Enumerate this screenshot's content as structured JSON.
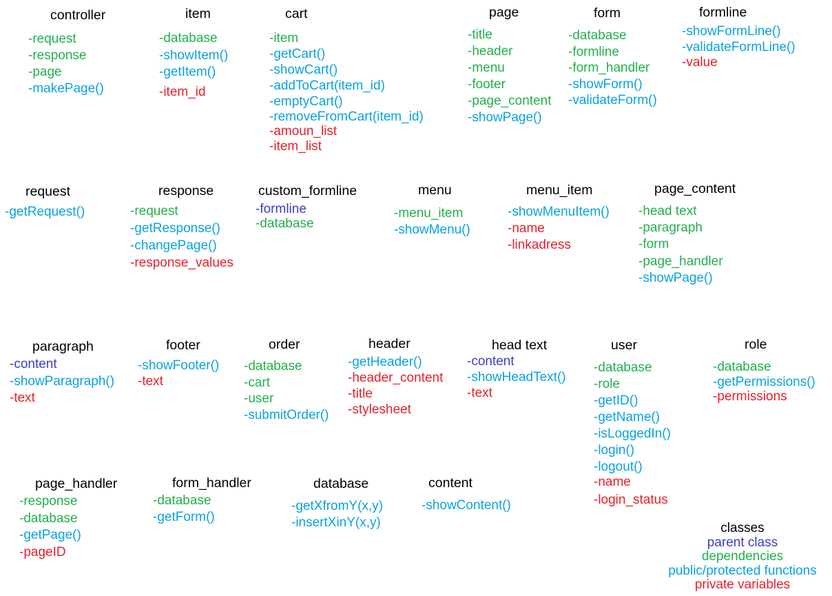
{
  "colors": {
    "parent": "#3c3cc8",
    "dependency": "#22b04c",
    "function": "#0aa2e0",
    "private": "#e8202a",
    "title": "#000000"
  },
  "classes": [
    {
      "id": "controller",
      "name": "controller",
      "members": [
        {
          "text": "-request",
          "kind": "dependency"
        },
        {
          "text": "-response",
          "kind": "dependency"
        },
        {
          "text": "-page",
          "kind": "dependency"
        },
        {
          "text": "-makePage()",
          "kind": "function"
        }
      ]
    },
    {
      "id": "item",
      "name": "item",
      "members": [
        {
          "text": "-database",
          "kind": "dependency"
        },
        {
          "text": "-showItem()",
          "kind": "function"
        },
        {
          "text": "-getItem()",
          "kind": "function"
        },
        {
          "text": "-item_id",
          "kind": "private"
        }
      ]
    },
    {
      "id": "cart",
      "name": "cart",
      "members": [
        {
          "text": "-item",
          "kind": "dependency"
        },
        {
          "text": "-getCart()",
          "kind": "function"
        },
        {
          "text": "-showCart()",
          "kind": "function"
        },
        {
          "text": "-addToCart(item_id)",
          "kind": "function"
        },
        {
          "text": "-emptyCart()",
          "kind": "function"
        },
        {
          "text": "-removeFromCart(item_id)",
          "kind": "function"
        },
        {
          "text": "-amoun_list",
          "kind": "private"
        },
        {
          "text": "-item_list",
          "kind": "private"
        }
      ]
    },
    {
      "id": "page",
      "name": "page",
      "members": [
        {
          "text": "-title",
          "kind": "dependency"
        },
        {
          "text": "-header",
          "kind": "dependency"
        },
        {
          "text": "-menu",
          "kind": "dependency"
        },
        {
          "text": "-footer",
          "kind": "dependency"
        },
        {
          "text": "-page_content",
          "kind": "dependency"
        },
        {
          "text": "-showPage()",
          "kind": "function"
        }
      ]
    },
    {
      "id": "form",
      "name": "form",
      "members": [
        {
          "text": "-database",
          "kind": "dependency"
        },
        {
          "text": "-formline",
          "kind": "dependency"
        },
        {
          "text": "-form_handler",
          "kind": "dependency"
        },
        {
          "text": "-showForm()",
          "kind": "function"
        },
        {
          "text": "-validateForm()",
          "kind": "function"
        }
      ]
    },
    {
      "id": "formline",
      "name": "formline",
      "members": [
        {
          "text": "-showFormLine()",
          "kind": "function"
        },
        {
          "text": "-validateFormLine()",
          "kind": "function"
        },
        {
          "text": "-value",
          "kind": "private"
        }
      ]
    },
    {
      "id": "request",
      "name": "request",
      "members": [
        {
          "text": "-getRequest()",
          "kind": "function"
        }
      ]
    },
    {
      "id": "response",
      "name": "response",
      "members": [
        {
          "text": "-request",
          "kind": "dependency"
        },
        {
          "text": "-getResponse()",
          "kind": "function"
        },
        {
          "text": "-changePage()",
          "kind": "function"
        },
        {
          "text": "-response_values",
          "kind": "private"
        }
      ]
    },
    {
      "id": "custom_formline",
      "name": "custom_formline",
      "members": [
        {
          "text": "-formline",
          "kind": "parent"
        },
        {
          "text": "-database",
          "kind": "dependency"
        }
      ]
    },
    {
      "id": "menu",
      "name": "menu",
      "members": [
        {
          "text": "-menu_item",
          "kind": "dependency"
        },
        {
          "text": "-showMenu()",
          "kind": "function"
        }
      ]
    },
    {
      "id": "menu_item",
      "name": "menu_item",
      "members": [
        {
          "text": "-showMenuItem()",
          "kind": "function"
        },
        {
          "text": "-name",
          "kind": "private"
        },
        {
          "text": "-linkadress",
          "kind": "private"
        }
      ]
    },
    {
      "id": "page_content",
      "name": "page_content",
      "members": [
        {
          "text": "-head text",
          "kind": "dependency"
        },
        {
          "text": "-paragraph",
          "kind": "dependency"
        },
        {
          "text": "-form",
          "kind": "dependency"
        },
        {
          "text": "-page_handler",
          "kind": "dependency"
        },
        {
          "text": "-showPage()",
          "kind": "function"
        }
      ]
    },
    {
      "id": "paragraph",
      "name": "paragraph",
      "members": [
        {
          "text": "-content",
          "kind": "parent"
        },
        {
          "text": "-showParagraph()",
          "kind": "function"
        },
        {
          "text": "-text",
          "kind": "private"
        }
      ]
    },
    {
      "id": "footer",
      "name": "footer",
      "members": [
        {
          "text": "-showFooter()",
          "kind": "function"
        },
        {
          "text": "-text",
          "kind": "private"
        }
      ]
    },
    {
      "id": "order",
      "name": "order",
      "members": [
        {
          "text": "-database",
          "kind": "dependency"
        },
        {
          "text": "-cart",
          "kind": "dependency"
        },
        {
          "text": "-user",
          "kind": "dependency"
        },
        {
          "text": "-submitOrder()",
          "kind": "function"
        }
      ]
    },
    {
      "id": "header",
      "name": "header",
      "members": [
        {
          "text": "-getHeader()",
          "kind": "function"
        },
        {
          "text": "-header_content",
          "kind": "private"
        },
        {
          "text": "-title",
          "kind": "private"
        },
        {
          "text": "-stylesheet",
          "kind": "private"
        }
      ]
    },
    {
      "id": "head_text",
      "name": "head text",
      "members": [
        {
          "text": "-content",
          "kind": "parent"
        },
        {
          "text": "-showHeadText()",
          "kind": "function"
        },
        {
          "text": "-text",
          "kind": "private"
        }
      ]
    },
    {
      "id": "user",
      "name": "user",
      "members": [
        {
          "text": "-database",
          "kind": "dependency"
        },
        {
          "text": "-role",
          "kind": "dependency"
        },
        {
          "text": "-getID()",
          "kind": "function"
        },
        {
          "text": "-getName()",
          "kind": "function"
        },
        {
          "text": "-isLoggedIn()",
          "kind": "function"
        },
        {
          "text": "-login()",
          "kind": "function"
        },
        {
          "text": "-logout()",
          "kind": "function"
        },
        {
          "text": "-name",
          "kind": "private"
        },
        {
          "text": "-login_status",
          "kind": "private"
        }
      ]
    },
    {
      "id": "role",
      "name": "role",
      "members": [
        {
          "text": "-database",
          "kind": "dependency"
        },
        {
          "text": "-getPermissions()",
          "kind": "function"
        },
        {
          "text": "-permissions",
          "kind": "private"
        }
      ]
    },
    {
      "id": "page_handler",
      "name": "page_handler",
      "members": [
        {
          "text": "-response",
          "kind": "dependency"
        },
        {
          "text": "-database",
          "kind": "dependency"
        },
        {
          "text": "-getPage()",
          "kind": "function"
        },
        {
          "text": "-pageID",
          "kind": "private"
        }
      ]
    },
    {
      "id": "form_handler",
      "name": "form_handler",
      "members": [
        {
          "text": "-database",
          "kind": "dependency"
        },
        {
          "text": "-getForm()",
          "kind": "function"
        }
      ]
    },
    {
      "id": "database",
      "name": "database",
      "members": [
        {
          "text": "-getXfromY(x,y)",
          "kind": "function"
        },
        {
          "text": "-insertXinY(x,y)",
          "kind": "function"
        }
      ]
    },
    {
      "id": "content",
      "name": "content",
      "members": [
        {
          "text": "-showContent()",
          "kind": "function"
        }
      ]
    }
  ],
  "legend": {
    "title": "classes",
    "parent": "parent class",
    "dependency": "dependencies",
    "function": "public/protected functions",
    "private": "private variables"
  }
}
